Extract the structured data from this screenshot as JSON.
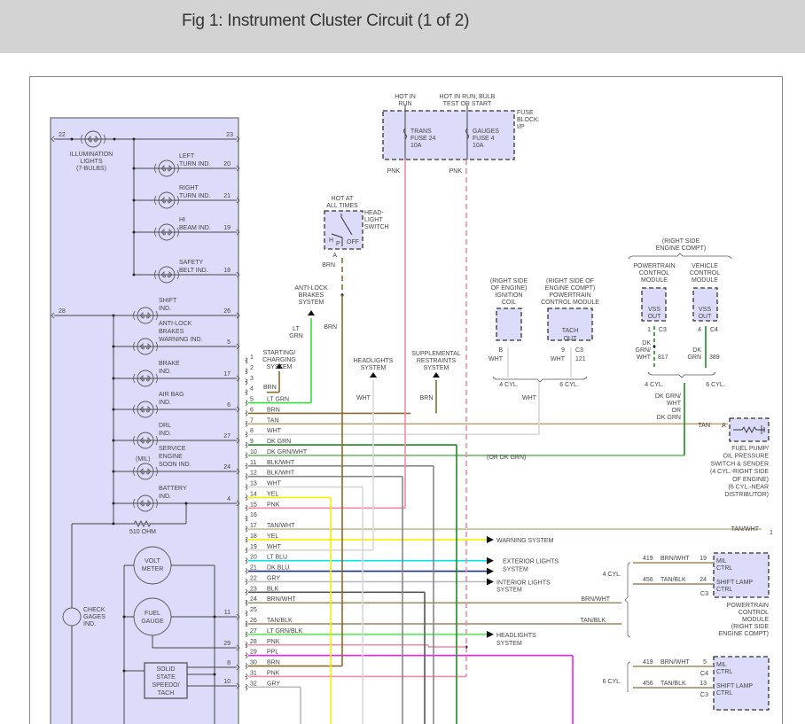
{
  "header": {
    "title": "Fig 1: Instrument Cluster Circuit (1 of 2)"
  },
  "colors": {
    "cluster_fill": "#dcdcfa",
    "module_fill": "#dcdcfa",
    "PNK": "#f48aa6",
    "BRN": "#8a6b2a",
    "LT GRN": "#33dd33",
    "TAN": "#b8a878",
    "WHT": "#d8d8d8",
    "DK GRN": "#228b22",
    "DK GRN/WHT": "#6cbf6c",
    "BLK/WHT": "#888888",
    "YEL": "#f2f200",
    "TAN/WHT": "#c8bb98",
    "LT BLU": "#00e5e5",
    "DK BLU": "#1c2f80",
    "GRY": "#bbbbbb",
    "BLK": "#555555",
    "BRN/WHT": "#a08b5e",
    "TAN/BLK": "#9a8660",
    "LT GRN/BLK": "#44ee44",
    "PPL": "#ee22ee"
  },
  "fuse_block": {
    "label": [
      "FUSE",
      "BLOCK:",
      "I/P"
    ],
    "feeds": [
      {
        "hot": [
          "HOT IN",
          "RUN"
        ],
        "fuse": [
          "TRANS",
          "FUSE 24",
          "10A"
        ],
        "wire": "PNK"
      },
      {
        "hot": [
          "HOT IN RUN, BULB",
          "TEST OR START"
        ],
        "fuse": [
          "GAUGES",
          "FUSE 4",
          "10A"
        ],
        "wire": "PNK"
      }
    ]
  },
  "headlight_switch": {
    "hot": [
      "HOT AT",
      "ALL TIMES"
    ],
    "label": [
      "HEAD-",
      "LIGHT",
      "SWITCH"
    ],
    "positions": [
      "H",
      "P",
      "OFF"
    ],
    "pin": "A",
    "wire": "BRN"
  },
  "cluster": {
    "illumination": {
      "label": [
        "ILLUMINATION",
        "LIGHTS",
        "(7-BULBS)"
      ],
      "pin_in": "22",
      "pin_out": "23"
    },
    "bulbs_top": [
      {
        "label": [
          "LEFT",
          "TURN IND."
        ],
        "pin": "20"
      },
      {
        "label": [
          "RIGHT",
          "TURN IND."
        ],
        "pin": "21"
      },
      {
        "label": [
          "HI",
          "BEAM IND."
        ],
        "pin": "19"
      },
      {
        "label": [
          "SAFETY",
          "BELT IND."
        ],
        "pin": "18"
      }
    ],
    "common_pin": "28",
    "bulbs_bottom": [
      {
        "label": [
          "SHIFT",
          "IND."
        ],
        "pin": "26"
      },
      {
        "label": [
          "ANTI-LOCK",
          "BRAKES",
          "WARNING IND."
        ],
        "pin": "5"
      },
      {
        "label": [
          "BRAKE",
          "IND."
        ],
        "pin": "17"
      },
      {
        "label": [
          "AIR BAG",
          "IND."
        ],
        "pin": "6"
      },
      {
        "label": [
          "DRL",
          "IND."
        ],
        "pin": "27"
      },
      {
        "label": [
          "SERVICE",
          "ENGINE",
          "SOON IND."
        ],
        "pin": "24",
        "prefix": "(MIL)"
      },
      {
        "label": [
          "BATTERY",
          "IND."
        ],
        "pin": "4"
      }
    ],
    "resistor": "510 OHM",
    "check_gages": [
      "CHECK",
      "GAGES",
      "IND."
    ],
    "volt_meter": [
      "VOLT",
      "METER"
    ],
    "fuel_gauge": {
      "label": [
        "FUEL",
        "GAUGE"
      ],
      "pins": [
        "11",
        "29"
      ]
    },
    "speedo": {
      "label": [
        "SOLID",
        "STATE",
        "SPEEDO/",
        "TACH"
      ],
      "pins": [
        "8",
        "10"
      ]
    }
  },
  "connector_pins": [
    {
      "n": "1",
      "wire": ""
    },
    {
      "n": "2",
      "wire": ""
    },
    {
      "n": "3",
      "wire": ""
    },
    {
      "n": "4",
      "wire": ""
    },
    {
      "n": "5",
      "wire": "LT GRN"
    },
    {
      "n": "6",
      "wire": "BRN"
    },
    {
      "n": "7",
      "wire": "TAN"
    },
    {
      "n": "8",
      "wire": "WHT"
    },
    {
      "n": "9",
      "wire": "DK GRN"
    },
    {
      "n": "10",
      "wire": "DK GRN/WHT"
    },
    {
      "n": "11",
      "wire": "BLK/WHT"
    },
    {
      "n": "12",
      "wire": "BLK/WHT"
    },
    {
      "n": "13",
      "wire": "WHT"
    },
    {
      "n": "14",
      "wire": "YEL"
    },
    {
      "n": "15",
      "wire": "PNK"
    },
    {
      "n": "16",
      "wire": ""
    },
    {
      "n": "17",
      "wire": "TAN/WHT"
    },
    {
      "n": "18",
      "wire": "YEL"
    },
    {
      "n": "19",
      "wire": "WHT"
    },
    {
      "n": "20",
      "wire": "LT BLU"
    },
    {
      "n": "21",
      "wire": "DK BLU"
    },
    {
      "n": "22",
      "wire": "GRY"
    },
    {
      "n": "23",
      "wire": "BLK"
    },
    {
      "n": "24",
      "wire": "BRN/WHT"
    },
    {
      "n": "25",
      "wire": ""
    },
    {
      "n": "26",
      "wire": "TAN/BLK"
    },
    {
      "n": "27",
      "wire": "LT GRN/BLK"
    },
    {
      "n": "28",
      "wire": "PNK"
    },
    {
      "n": "29",
      "wire": "PPL"
    },
    {
      "n": "30",
      "wire": "BRN"
    },
    {
      "n": "31",
      "wire": "PNK"
    },
    {
      "n": "32",
      "wire": "GRY"
    }
  ],
  "systems": {
    "starting_charging": [
      "STARTING/",
      "CHARGING",
      "SYSTEM"
    ],
    "anti_lock": [
      "ANTI-LOCK",
      "BRAKES",
      "SYSTEM"
    ],
    "headlights": [
      "HEADLIGHTS",
      "SYSTEM"
    ],
    "supplemental": [
      "SUPPLEMENTAL",
      "RESTRAINTS",
      "SYSTEM"
    ],
    "warning": "WARNING SYSTEM",
    "exterior_lights": [
      "EXTERIOR LIGHTS",
      "SYSTEM"
    ],
    "interior_lights": [
      "INTERIOR LIGHTS",
      "SYSTEM"
    ],
    "headlights_2": [
      "HEADLIGHTS",
      "SYSTEM"
    ]
  },
  "wire_labels": {
    "brn_switch": "BRN",
    "brn_switch2": "BRN",
    "lt_grn": [
      "LT",
      "GRN"
    ],
    "brn_4": "BRN",
    "wht_head": "WHT",
    "brn_srs": "BRN",
    "wht_ign": "WHT",
    "or_dk_grn": "(OR DK GRN)",
    "vss_combined": [
      "DK GRN/",
      "WHT",
      "OR",
      "DK GRN"
    ],
    "tan_fuel": "TAN",
    "tan_wht_out": "TAN/WHT",
    "tan_wht_pin": "1",
    "brn_wht_out": "BRN/WHT",
    "tan_blk_out": "TAN/BLK"
  },
  "ignition": {
    "ignition_coil": {
      "location": [
        "(RIGHT SIDE",
        "OF ENGINE)"
      ],
      "name": [
        "IGNITION",
        "COIL"
      ],
      "pin": "B",
      "wire": "WHT"
    },
    "pcm": {
      "location": [
        "(RIGHT SIDE OF",
        "ENGINE COMPT)"
      ],
      "name": [
        "POWERTRAIN",
        "CONTROL MODULE"
      ],
      "out": [
        "TACH",
        "OUT"
      ],
      "pin": "9",
      "conn": "C3",
      "wire": "WHT",
      "circuit": "121"
    },
    "cyl4": "4 CYL.",
    "cyl6": "6 CYL."
  },
  "vss": {
    "location": [
      "(RIGHT SIDE",
      "ENGINE COMPT)"
    ],
    "pcm": {
      "name": [
        "POWERTRAIN",
        "CONTROL",
        "MODULE"
      ],
      "out": [
        "VSS",
        "OUT"
      ],
      "pin": "1",
      "conn": "C3",
      "wire": [
        "DK",
        "GRN/",
        "WHT"
      ],
      "circuit": "817"
    },
    "vcm": {
      "name": [
        "VEHICLE",
        "CONTROL",
        "MODULE"
      ],
      "out": [
        "VSS",
        "OUT"
      ],
      "pin": "4",
      "conn": "C4",
      "wire": [
        "DK",
        "GRN"
      ],
      "circuit": "389"
    },
    "cyl4": "4 CYL.",
    "cyl6": "6 CYL."
  },
  "fuel_pump_switch": {
    "pin": "A",
    "label": [
      "FUEL PUMP/",
      "OIL PRESSURE",
      "SWITCH & SENDER",
      "(4 CYL.-RIGHT SIDE",
      "OF ENGINE)",
      "(6 CYL.-NEAR",
      "DISTRIBUTOR)"
    ]
  },
  "pcm_outputs": [
    {
      "cyl": "4 CYL.",
      "rows": [
        {
          "circuit": "419",
          "wire": "BRN/WHT",
          "pin": "19",
          "func": [
            "MIL",
            "CTRL"
          ]
        },
        {
          "circuit": "456",
          "wire": "TAN/BLK",
          "pin": "24",
          "func": [
            "SHIFT LAMP",
            "CTRL"
          ]
        }
      ],
      "conn": "C3",
      "module": [
        "POWERTRAIN",
        "CONTROL",
        "MODULE",
        "(RIGHT SIDE",
        "ENGINE COMPT)"
      ]
    },
    {
      "cyl": "6 CYL.",
      "rows": [
        {
          "circuit": "419",
          "wire": "BRN/WHT",
          "pin": "5",
          "func": [
            "MIL",
            "CTRL"
          ],
          "conn": "C4"
        },
        {
          "circuit": "456",
          "wire": "TAN/BLK",
          "pin": "13",
          "func": [
            "SHIFT LAMP",
            "CTRL"
          ],
          "conn": "C3"
        }
      ]
    }
  ]
}
